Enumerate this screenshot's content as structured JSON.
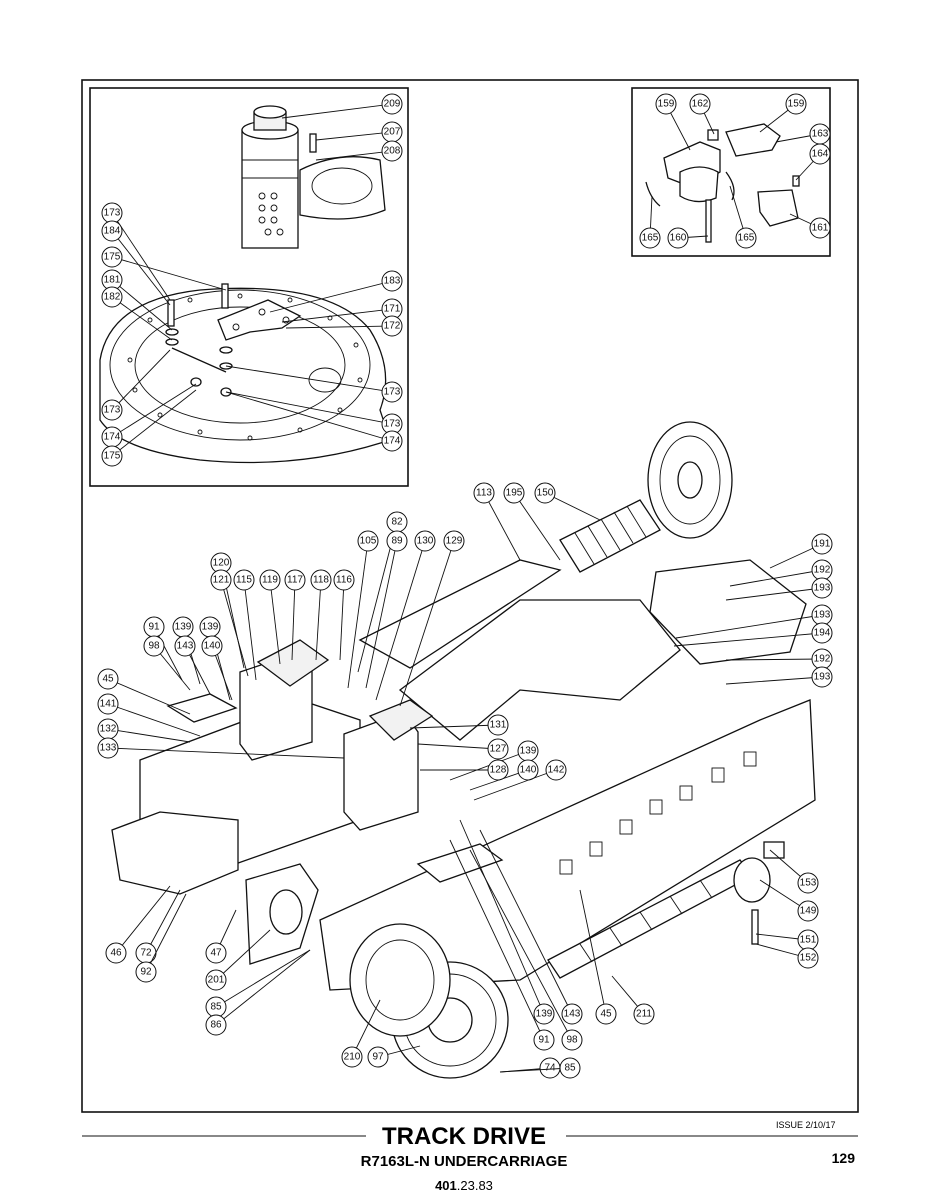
{
  "title": "TRACK DRIVE",
  "subtitle": "R7163L-N UNDERCARRIAGE",
  "doc_code_bold": "401",
  "doc_code_rest": ".23.83",
  "issue": "ISSUE 2/10/17",
  "page_number": "129",
  "callouts": {
    "inset_swivel": [
      "209",
      "207",
      "208",
      "173",
      "184",
      "175",
      "181",
      "182",
      "183",
      "171",
      "172",
      "173",
      "173",
      "174",
      "175",
      "173",
      "174"
    ],
    "inset_clamp": [
      "159",
      "162",
      "159",
      "163",
      "164",
      "165",
      "160",
      "165",
      "161"
    ],
    "main": [
      "113",
      "195",
      "150",
      "191",
      "192",
      "193",
      "193",
      "194",
      "192",
      "193",
      "82",
      "105",
      "89",
      "130",
      "129",
      "120",
      "121",
      "115",
      "119",
      "117",
      "118",
      "116",
      "91",
      "139",
      "139",
      "98",
      "143",
      "140",
      "45",
      "141",
      "132",
      "133",
      "131",
      "127",
      "139",
      "128",
      "140",
      "142",
      "153",
      "149",
      "151",
      "152",
      "46",
      "72",
      "92",
      "47",
      "201",
      "85",
      "86",
      "210",
      "97",
      "74",
      "85",
      "139",
      "143",
      "45",
      "211",
      "91",
      "98"
    ]
  }
}
